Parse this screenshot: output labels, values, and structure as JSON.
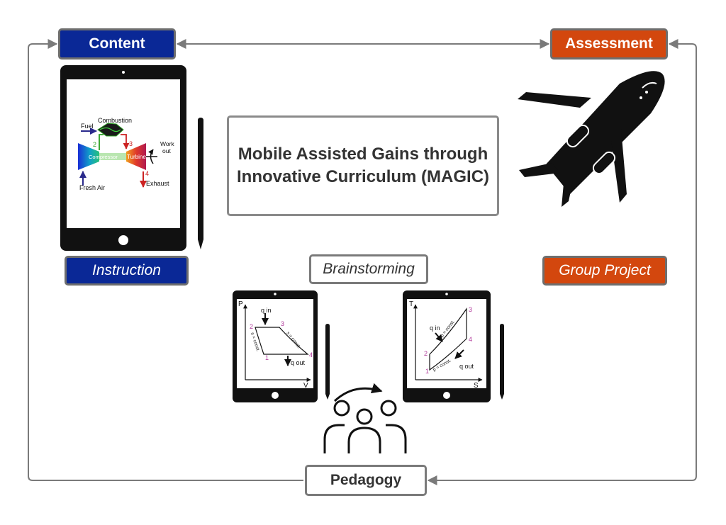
{
  "labels": {
    "content": "Content",
    "assessment": "Assessment",
    "instruction": "Instruction",
    "group_project": "Group Project",
    "brainstorming": "Brainstorming",
    "pedagogy": "Pedagogy",
    "title_line1": "Mobile Assisted Gains through",
    "title_line2": "Innovative Curriculum (MAGIC)"
  },
  "turbine": {
    "fuel": "Fuel",
    "combustion": "Combustion",
    "compressor": "Compressor",
    "turbine": "Turbine",
    "work_out_1": "Work",
    "work_out_2": "out",
    "fresh_air": "Fresh Air",
    "exhaust": "Exhaust",
    "state2": "2",
    "state3": "3",
    "state4": "4"
  },
  "pv": {
    "p_axis": "P",
    "v_axis": "V",
    "q_in": "q in",
    "q_out": "q out",
    "s1": "1",
    "s2": "2",
    "s3": "3",
    "s4": "4",
    "s_const_left": "s = const.",
    "s_const_right": "s = const."
  },
  "ts": {
    "t_axis": "T",
    "s_axis": "S",
    "q_in": "q in",
    "q_out": "q out",
    "s1": "1",
    "s2": "2",
    "s3": "3",
    "s4": "4",
    "p_const_top": "p = const.",
    "p_const_bottom": "p = const."
  },
  "colors": {
    "blue": "#0a2896",
    "orange": "#d3470e",
    "connector": "#7a7a7a",
    "device": "#111111",
    "purple": "#b0389a"
  }
}
